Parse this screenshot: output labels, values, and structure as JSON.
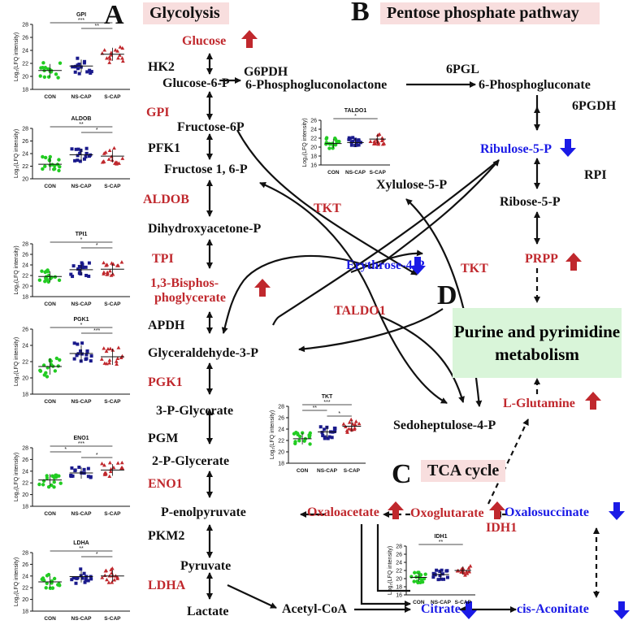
{
  "section_labels": {
    "a": "A",
    "b": "B",
    "c": "C",
    "d": "D",
    "glycolysis": "Glycolysis",
    "pentose": "Pentose phosphate pathway",
    "tca": "TCA cycle",
    "purine": "Purine and pyrimidine metabolism"
  },
  "pathway_labels": {
    "glucose": "Glucose",
    "hk2": "HK2",
    "glucose6p": "Glucose-6-P",
    "g6pdh": "G6PDH",
    "phosphogluconolactone": "6-Phosphogluconolactone",
    "pgl": "6PGL",
    "phosphogluconate": "6-Phosphogluconate",
    "gpi": "GPI",
    "fructose6p": "Fructose-6P",
    "pgdh": "6PGDH",
    "pfk1": "PFK1",
    "fructose16p": "Fructose 1, 6-P",
    "ribulose5p": "Ribulose-5-P",
    "rpi": "RPI",
    "xylulose5p": "Xylulose-5-P",
    "aldob": "ALDOB",
    "tkt1": "TKT",
    "ribose5p": "Ribose-5-P",
    "dhap": "Dihydroxyacetone-P",
    "tpi": "TPI",
    "erythrose4p": "Erythrose-4-P",
    "tkt2": "TKT",
    "prpp": "PRPP",
    "bpg_line1": "1,3-Bisphos-",
    "bpg_line2": "phoglycerate",
    "taldo1": "TALDO1",
    "apdh": "APDH",
    "g3p": "Glyceraldehyde-3-P",
    "pgk1": "PGK1",
    "lglutamine": "L-Glutamine",
    "pglycerate3": "3-P-Glycerate",
    "sedoheptulose": "Sedoheptulose-4-P",
    "pgm": "PGM",
    "pglycerate2": "2-P-Glycerate",
    "eno1": "ENO1",
    "pep": "P-enolpyruvate",
    "oxaloacetate": "Oxaloacetate",
    "oxoglutarate": "Oxoglutarate",
    "oxalosuccinate": "Oxalosuccinate",
    "pkm2": "PKM2",
    "idh1": "IDH1",
    "pyruvate": "Pyruvate",
    "ldha": "LDHA",
    "lactate": "Lactate",
    "acetylcoa": "Acetyl-CoA",
    "citrate": "Citrate",
    "cisaconitate": "cis-Aconitate"
  },
  "colors": {
    "up_arrow": "#c0282d",
    "down_arrow": "#1a1ae6",
    "con": "#22cc22",
    "nscap": "#1a1a8c",
    "scap": "#c0282d",
    "section_bg": "#f8dede",
    "purine_bg": "#d9f5d9"
  },
  "plots": [
    {
      "title": "GPI",
      "categories": [
        "CON",
        "NS-CAP",
        "S-CAP"
      ],
      "ylabel": "Log₂(LFQ intensity)",
      "yticks": [
        "28",
        "26",
        "24",
        "22",
        "20",
        "18"
      ],
      "sig": [
        "***",
        "**"
      ]
    },
    {
      "title": "ALDOB",
      "categories": [
        "CON",
        "NS-CAP",
        "S-CAP"
      ],
      "ylabel": "Log₂(LFQ intensity)",
      "yticks": [
        "28",
        "26",
        "24",
        "22",
        "20"
      ],
      "sig": [
        "**",
        "*"
      ]
    },
    {
      "title": "TPI1",
      "categories": [
        "CON",
        "NS-CAP",
        "S-CAP"
      ],
      "ylabel": "Log₂(LFQ intensity)",
      "yticks": [
        "28",
        "26",
        "24",
        "22",
        "20",
        "18"
      ],
      "sig": [
        "*",
        "*"
      ]
    },
    {
      "title": "PGK1",
      "categories": [
        "CON",
        "NS-CAP",
        "S-CAP"
      ],
      "ylabel": "Log₂(LFQ intensity)",
      "yticks": [
        "26",
        "24",
        "22",
        "20",
        "18"
      ],
      "sig": [
        "*",
        "***"
      ]
    },
    {
      "title": "ENO1",
      "categories": [
        "CON",
        "NS-CAP",
        "S-CAP"
      ],
      "ylabel": "Log₂(LFQ intensity)",
      "yticks": [
        "28",
        "26",
        "24",
        "22",
        "20",
        "18"
      ],
      "sig": [
        "***",
        "*",
        "*"
      ]
    },
    {
      "title": "LDHA",
      "categories": [
        "CON",
        "NS-CAP",
        "S-CAP"
      ],
      "ylabel": "Log₂(LFQ intensity)",
      "yticks": [
        "28",
        "26",
        "24",
        "22",
        "20",
        "18"
      ],
      "sig": [
        "**",
        "*"
      ]
    },
    {
      "title": "TALDO1",
      "categories": [
        "CON",
        "NS-CAP",
        "S-CAP"
      ],
      "ylabel": "Log₂(LFQ intensity)",
      "yticks": [
        "26",
        "24",
        "22",
        "20",
        "18",
        "16"
      ],
      "sig": [
        "*"
      ]
    },
    {
      "title": "TKT",
      "categories": [
        "CON",
        "NS-CAP",
        "S-CAP"
      ],
      "ylabel": "Log₂(LFQ intensity)",
      "yticks": [
        "28",
        "26",
        "24",
        "22",
        "20",
        "18"
      ],
      "sig": [
        "***",
        "**",
        "*"
      ]
    },
    {
      "title": "IDH1",
      "categories": [
        "CON",
        "NS-CAP",
        "S-CAP"
      ],
      "ylabel": "Log₂(LFQ intensity)",
      "yticks": [
        "28",
        "26",
        "24",
        "22",
        "20",
        "18",
        "16"
      ],
      "sig": [
        "**"
      ]
    }
  ],
  "chart_data": [
    {
      "type": "scatter",
      "title": "GPI",
      "categories": [
        "CON",
        "NS-CAP",
        "S-CAP"
      ],
      "series": [
        {
          "name": "CON",
          "values": [
            20.9
          ]
        },
        {
          "name": "NS-CAP",
          "values": [
            21.6
          ]
        },
        {
          "name": "S-CAP",
          "values": [
            23.4
          ]
        }
      ],
      "ylim": [
        18,
        28
      ],
      "ylabel": "Log₂(LFQ intensity)"
    },
    {
      "type": "scatter",
      "title": "ALDOB",
      "categories": [
        "CON",
        "NS-CAP",
        "S-CAP"
      ],
      "series": [
        {
          "name": "CON",
          "values": [
            22.3
          ]
        },
        {
          "name": "NS-CAP",
          "values": [
            23.8
          ]
        },
        {
          "name": "S-CAP",
          "values": [
            23.6
          ]
        }
      ],
      "ylim": [
        20,
        28
      ],
      "ylabel": "Log₂(LFQ intensity)"
    },
    {
      "type": "scatter",
      "title": "TPI1",
      "categories": [
        "CON",
        "NS-CAP",
        "S-CAP"
      ],
      "series": [
        {
          "name": "CON",
          "values": [
            21.8
          ]
        },
        {
          "name": "NS-CAP",
          "values": [
            23.1
          ]
        },
        {
          "name": "S-CAP",
          "values": [
            23.2
          ]
        }
      ],
      "ylim": [
        18,
        28
      ],
      "ylabel": "Log₂(LFQ intensity)"
    },
    {
      "type": "scatter",
      "title": "PGK1",
      "categories": [
        "CON",
        "NS-CAP",
        "S-CAP"
      ],
      "series": [
        {
          "name": "CON",
          "values": [
            21.4
          ]
        },
        {
          "name": "NS-CAP",
          "values": [
            23.0
          ]
        },
        {
          "name": "S-CAP",
          "values": [
            22.6
          ]
        }
      ],
      "ylim": [
        18,
        26
      ],
      "ylabel": "Log₂(LFQ intensity)"
    },
    {
      "type": "scatter",
      "title": "ENO1",
      "categories": [
        "CON",
        "NS-CAP",
        "S-CAP"
      ],
      "series": [
        {
          "name": "CON",
          "values": [
            22.5
          ]
        },
        {
          "name": "NS-CAP",
          "values": [
            23.7
          ]
        },
        {
          "name": "S-CAP",
          "values": [
            24.2
          ]
        }
      ],
      "ylim": [
        18,
        28
      ],
      "ylabel": "Log₂(LFQ intensity)"
    },
    {
      "type": "scatter",
      "title": "LDHA",
      "categories": [
        "CON",
        "NS-CAP",
        "S-CAP"
      ],
      "series": [
        {
          "name": "CON",
          "values": [
            23.0
          ]
        },
        {
          "name": "NS-CAP",
          "values": [
            23.9
          ]
        },
        {
          "name": "S-CAP",
          "values": [
            24.0
          ]
        }
      ],
      "ylim": [
        18,
        28
      ],
      "ylabel": "Log₂(LFQ intensity)"
    },
    {
      "type": "scatter",
      "title": "TALDO1",
      "categories": [
        "CON",
        "NS-CAP",
        "S-CAP"
      ],
      "series": [
        {
          "name": "CON",
          "values": [
            20.8
          ]
        },
        {
          "name": "NS-CAP",
          "values": [
            21.0
          ]
        },
        {
          "name": "S-CAP",
          "values": [
            21.8
          ]
        }
      ],
      "ylim": [
        16,
        26
      ],
      "ylabel": "Log₂(LFQ intensity)"
    },
    {
      "type": "scatter",
      "title": "TKT",
      "categories": [
        "CON",
        "NS-CAP",
        "S-CAP"
      ],
      "series": [
        {
          "name": "CON",
          "values": [
            22.3
          ]
        },
        {
          "name": "NS-CAP",
          "values": [
            23.5
          ]
        },
        {
          "name": "S-CAP",
          "values": [
            24.5
          ]
        }
      ],
      "ylim": [
        18,
        28
      ],
      "ylabel": "Log₂(LFQ intensity)"
    },
    {
      "type": "scatter",
      "title": "IDH1",
      "categories": [
        "CON",
        "NS-CAP",
        "S-CAP"
      ],
      "series": [
        {
          "name": "CON",
          "values": [
            20.3
          ]
        },
        {
          "name": "NS-CAP",
          "values": [
            21.0
          ]
        },
        {
          "name": "S-CAP",
          "values": [
            22.0
          ]
        }
      ],
      "ylim": [
        16,
        28
      ],
      "ylabel": "Log₂(LFQ intensity)"
    }
  ]
}
